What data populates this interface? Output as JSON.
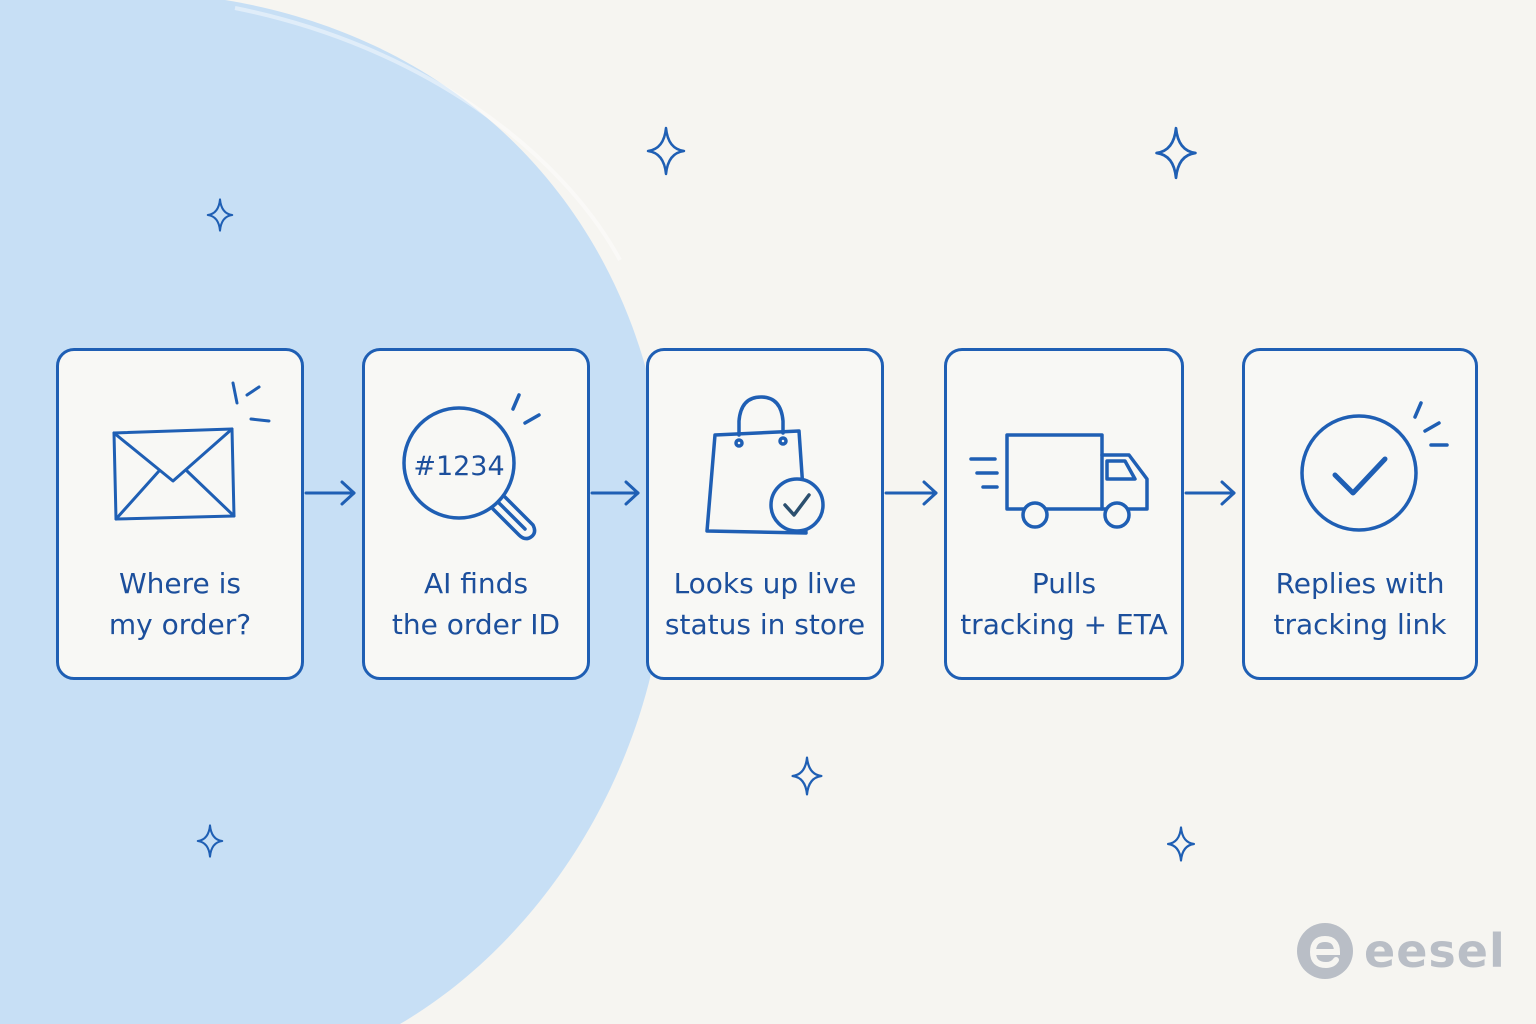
{
  "colors": {
    "background": "#f6f5f1",
    "blob": "#c7dff5",
    "stroke": "#1f5fb4",
    "text": "#1c4f9c",
    "brand": "#b9bec6"
  },
  "steps": [
    {
      "label": "Where is\nmy order?",
      "icon": "envelope-icon"
    },
    {
      "label": "AI finds\nthe order ID",
      "icon": "magnifier-icon",
      "icon_text": "#1234"
    },
    {
      "label": "Looks up live\nstatus in store",
      "icon": "shopping-bag-check-icon"
    },
    {
      "label": "Pulls\ntracking + ETA",
      "icon": "delivery-truck-icon"
    },
    {
      "label": "Replies with\ntracking link",
      "icon": "checkmark-circle-icon"
    }
  ],
  "brand": {
    "name": "eesel",
    "icon": "eesel-logo-icon"
  }
}
